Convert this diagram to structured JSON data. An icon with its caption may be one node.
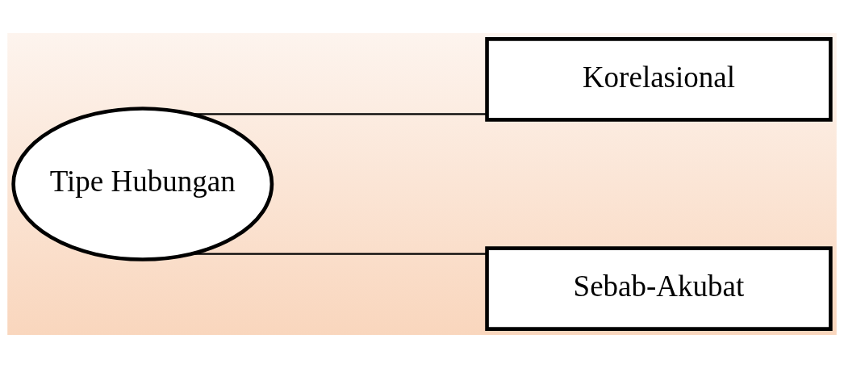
{
  "diagram": {
    "nodes": [
      {
        "text": [
          "Tipe Hubungan"
        ]
      },
      {
        "text": [
          "Korelasional"
        ]
      },
      {
        "text": [
          "Sebab-Akubat"
        ]
      }
    ],
    "edges": [
      {
        "from": 0,
        "to": 1,
        "arrow": "none"
      },
      {
        "from": 0,
        "to": 2,
        "arrow": "none"
      }
    ]
  }
}
